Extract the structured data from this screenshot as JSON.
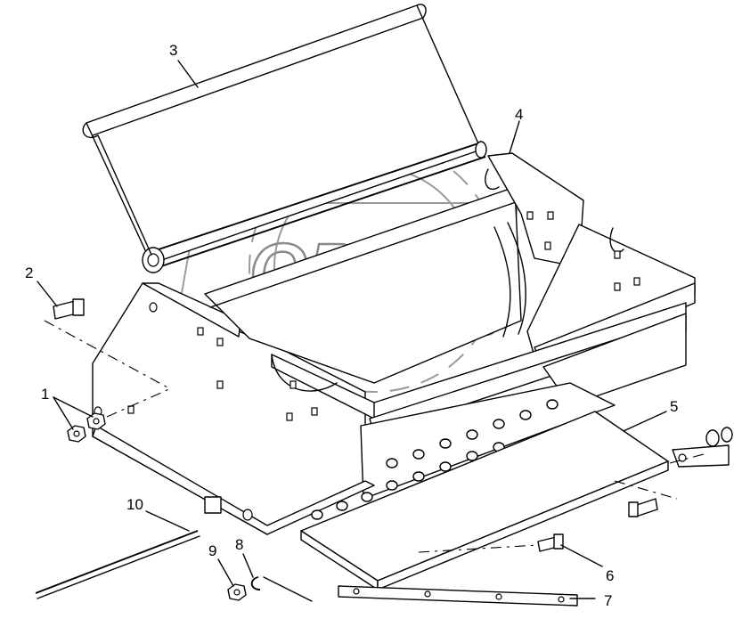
{
  "watermark": {
    "text": "OPEX"
  },
  "callouts": [
    {
      "id": "1",
      "label": "1"
    },
    {
      "id": "2",
      "label": "2"
    },
    {
      "id": "3",
      "label": "3"
    },
    {
      "id": "4",
      "label": "4"
    },
    {
      "id": "5",
      "label": "5"
    },
    {
      "id": "6",
      "label": "6"
    },
    {
      "id": "7",
      "label": "7"
    },
    {
      "id": "8",
      "label": "8"
    },
    {
      "id": "9",
      "label": "9"
    },
    {
      "id": "10",
      "label": "10"
    }
  ]
}
